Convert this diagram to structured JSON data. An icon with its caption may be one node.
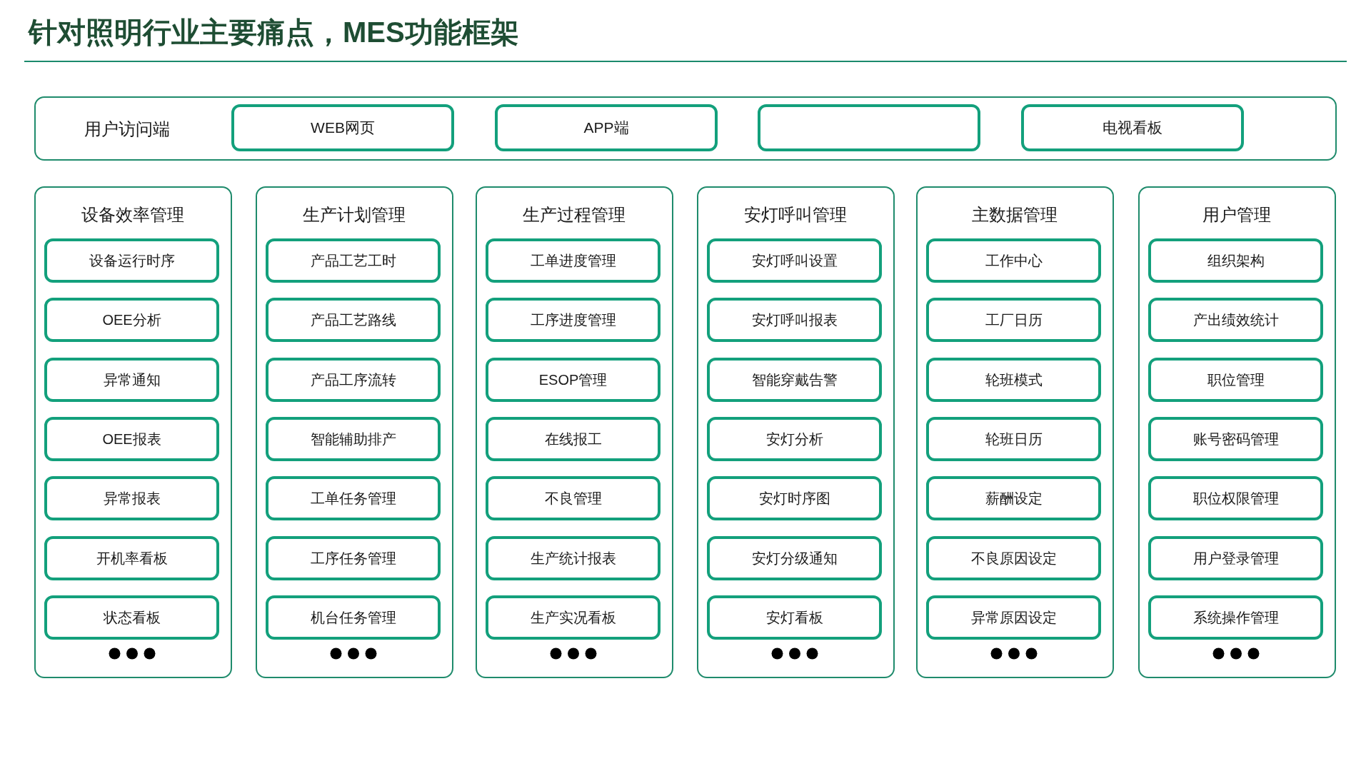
{
  "diagram": {
    "title": "针对照明行业主要痛点，MES功能框架",
    "nodes": [
      {
        "text": [
          "用户访问端"
        ]
      },
      {
        "text": [
          "WEB网页"
        ],
        "in": 0
      },
      {
        "text": [
          "APP端"
        ],
        "in": 0
      },
      {
        "text": [],
        "shape": "box",
        "in": 0
      },
      {
        "text": [
          "电视看板"
        ],
        "in": 0
      },
      {
        "text": [
          "设备效率管理"
        ]
      },
      {
        "text": [
          "设备运行时序"
        ],
        "in": 5
      },
      {
        "text": [
          "OEE分析"
        ],
        "in": 5
      },
      {
        "text": [
          "异常通知"
        ],
        "in": 5
      },
      {
        "text": [
          "OEE报表"
        ],
        "in": 5
      },
      {
        "text": [
          "异常报表"
        ],
        "in": 5
      },
      {
        "text": [
          "开机率看板"
        ],
        "in": 5
      },
      {
        "text": [
          "状态看板"
        ],
        "in": 5
      },
      {
        "text": [
          "生产计划管理"
        ]
      },
      {
        "text": [
          "产品工艺工时"
        ],
        "in": 13
      },
      {
        "text": [
          "产品工艺路线"
        ],
        "in": 13
      },
      {
        "text": [
          "产品工序流转"
        ],
        "in": 13
      },
      {
        "text": [
          "智能辅助排产"
        ],
        "in": 13
      },
      {
        "text": [
          "工单任务管理"
        ],
        "in": 13
      },
      {
        "text": [
          "工序任务管理"
        ],
        "in": 13
      },
      {
        "text": [
          "机台任务管理"
        ],
        "in": 13
      },
      {
        "text": [
          "生产过程管理"
        ]
      },
      {
        "text": [
          "工单进度管理"
        ],
        "in": 21
      },
      {
        "text": [
          "工序进度管理"
        ],
        "in": 21
      },
      {
        "text": [
          "ESOP管理"
        ],
        "in": 21
      },
      {
        "text": [
          "在线报工"
        ],
        "in": 21
      },
      {
        "text": [
          "不良管理"
        ],
        "in": 21
      },
      {
        "text": [
          "生产统计报表"
        ],
        "in": 21
      },
      {
        "text": [
          "生产实况看板"
        ],
        "in": 21
      },
      {
        "text": [
          "安灯呼叫管理"
        ]
      },
      {
        "text": [
          "安灯呼叫设置"
        ],
        "in": 29
      },
      {
        "text": [
          "安灯呼叫报表"
        ],
        "in": 29
      },
      {
        "text": [
          "智能穿戴告警"
        ],
        "in": 29
      },
      {
        "text": [
          "安灯分析"
        ],
        "in": 29
      },
      {
        "text": [
          "安灯时序图"
        ],
        "in": 29
      },
      {
        "text": [
          "安灯分级通知"
        ],
        "in": 29
      },
      {
        "text": [
          "安灯看板"
        ],
        "in": 29
      },
      {
        "text": [
          "主数据管理"
        ]
      },
      {
        "text": [
          "工作中心"
        ],
        "in": 37
      },
      {
        "text": [
          "工厂日历"
        ],
        "in": 37
      },
      {
        "text": [
          "轮班模式"
        ],
        "in": 37
      },
      {
        "text": [
          "轮班日历"
        ],
        "in": 37
      },
      {
        "text": [
          "薪酬设定"
        ],
        "in": 37
      },
      {
        "text": [
          "不良原因设定"
        ],
        "in": 37
      },
      {
        "text": [
          "异常原因设定"
        ],
        "in": 37
      },
      {
        "text": [
          "用户管理"
        ]
      },
      {
        "text": [
          "组织架构"
        ],
        "in": 45
      },
      {
        "text": [
          "产出绩效统计"
        ],
        "in": 45
      },
      {
        "text": [
          "职位管理"
        ],
        "in": 45
      },
      {
        "text": [
          "账号密码管理"
        ],
        "in": 45
      },
      {
        "text": [
          "职位权限管理"
        ],
        "in": 45
      },
      {
        "text": [
          "用户登录管理"
        ],
        "in": 45
      },
      {
        "text": [
          "系统操作管理"
        ],
        "in": 45
      }
    ]
  }
}
